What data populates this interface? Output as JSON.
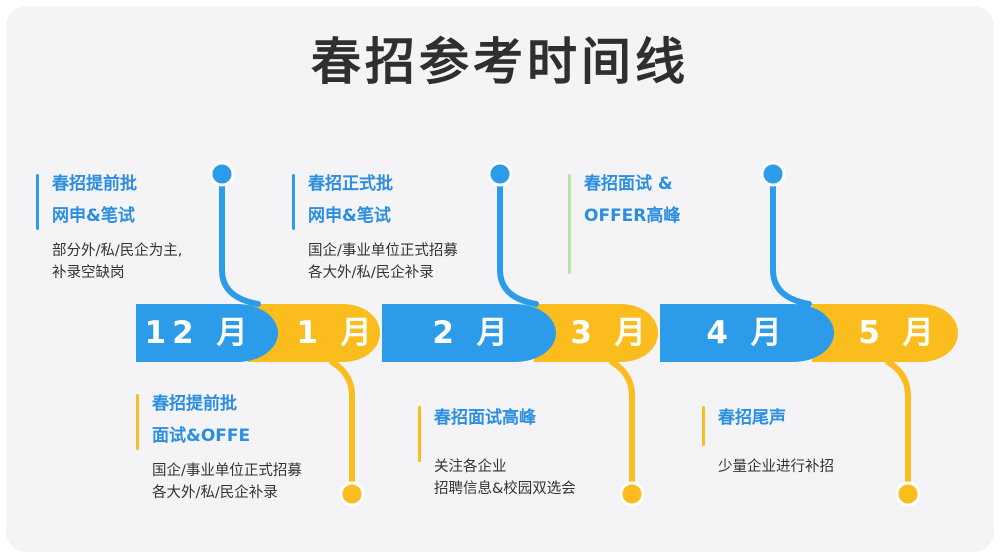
{
  "title": "春招参考时间线",
  "colors": {
    "blue": "#2c9bea",
    "yellow": "#fbbd1e",
    "blue_text": "#2b8ee0",
    "green_bar": "#b9e3a6"
  },
  "months": [
    "12 月",
    "1 月",
    "2 月",
    "3 月",
    "4 月",
    "5 月"
  ],
  "top_annotations": [
    {
      "lines": [
        "春招提前批",
        "网申&笔试"
      ],
      "desc": [
        "部分外/私/民企为主,",
        "补录空缺岗"
      ]
    },
    {
      "lines": [
        "春招正式批",
        "网申&笔试"
      ],
      "desc": [
        "国企/事业单位正式招募",
        "各大外/私/民企补录"
      ]
    },
    {
      "lines": [
        "春招面试 &",
        "OFFER高峰"
      ],
      "desc": []
    }
  ],
  "bottom_annotations": [
    {
      "lines": [
        "春招提前批",
        "面试&OFFE"
      ],
      "desc": [
        "国企/事业单位正式招募",
        "各大外/私/民企补录"
      ]
    },
    {
      "lines": [
        "春招面试高峰"
      ],
      "desc": [
        "关注各企业",
        "招聘信息&校园双选会"
      ]
    },
    {
      "lines": [
        "春招尾声"
      ],
      "desc": [
        "少量企业进行补招"
      ]
    }
  ]
}
